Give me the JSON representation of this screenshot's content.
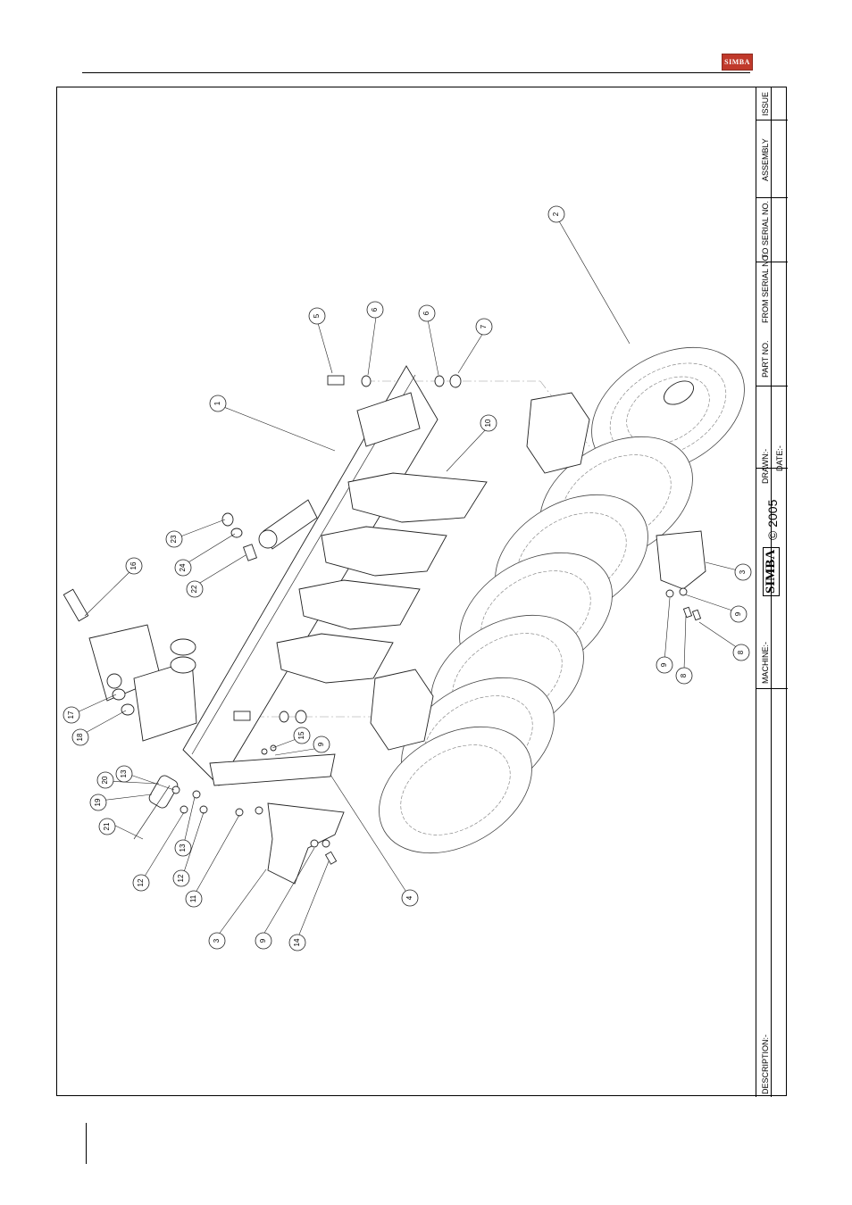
{
  "header": {
    "logo_text": "SIMBA"
  },
  "title_block": {
    "description_label": "DESCRIPTION:-",
    "machine_label": "MACHINE:-",
    "copyright": "© 2005",
    "brand": "SIMBA",
    "drawn_label": "DRAWN:-",
    "date_label": "DATE:-",
    "part_no_label": "PART NO.",
    "from_serial_label": "FROM SERIAL NO.",
    "to_serial_label": "TO SERIAL NO.",
    "assembly_label": "ASSEMBLY",
    "issue_label": "ISSUE"
  },
  "balloons": [
    {
      "n": "1"
    },
    {
      "n": "2"
    },
    {
      "n": "3"
    },
    {
      "n": "3"
    },
    {
      "n": "4"
    },
    {
      "n": "5"
    },
    {
      "n": "6"
    },
    {
      "n": "6"
    },
    {
      "n": "7"
    },
    {
      "n": "8"
    },
    {
      "n": "8"
    },
    {
      "n": "9"
    },
    {
      "n": "9"
    },
    {
      "n": "9"
    },
    {
      "n": "9"
    },
    {
      "n": "10"
    },
    {
      "n": "11"
    },
    {
      "n": "12"
    },
    {
      "n": "12"
    },
    {
      "n": "13"
    },
    {
      "n": "13"
    },
    {
      "n": "14"
    },
    {
      "n": "15"
    },
    {
      "n": "16"
    },
    {
      "n": "17"
    },
    {
      "n": "18"
    },
    {
      "n": "19"
    },
    {
      "n": "20"
    },
    {
      "n": "21"
    },
    {
      "n": "22"
    },
    {
      "n": "23"
    },
    {
      "n": "24"
    }
  ]
}
